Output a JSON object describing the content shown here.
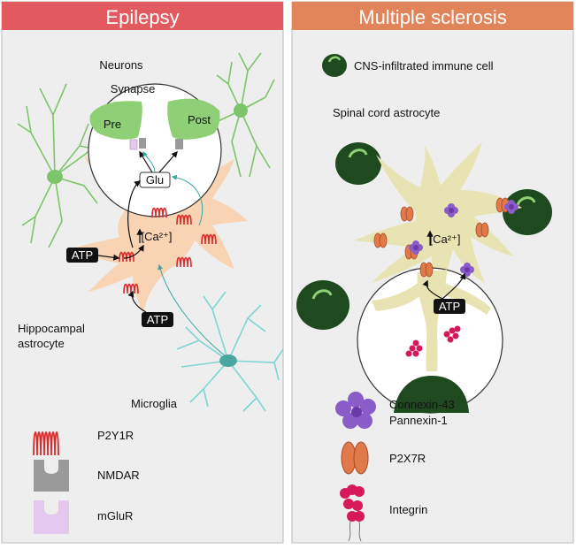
{
  "panels": {
    "left": {
      "title": "Epilepsy"
    },
    "right": {
      "title": "Multiple sclerosis"
    }
  },
  "epilepsy": {
    "neurons_label": "Neurons",
    "synapse_label": "Synapse",
    "pre_label": "Pre",
    "post_label": "Post",
    "glu_label": "Glu",
    "atp_left": "ATP",
    "atp_bottom": "ATP",
    "calcium_label": "[Ca²⁺]",
    "astrocyte_label_line1": "Hippocampal",
    "astrocyte_label_line2": "astrocyte",
    "microglia_label": "Microglia",
    "legend": [
      {
        "icon": "p2y1r-receptor-icon",
        "label": "P2Y1R"
      },
      {
        "icon": "nmdar-receptor-icon",
        "label": "NMDAR"
      },
      {
        "icon": "mglur-receptor-icon",
        "label": "mGluR"
      }
    ]
  },
  "ms": {
    "immune_cell_label": "CNS-infiltrated immune cell",
    "astrocyte_label": "Spinal cord astrocyte",
    "calcium_label": "[Ca²⁺]",
    "atp_label": "ATP",
    "legend": [
      {
        "icon": "connexin-pannexin-icon",
        "label_line1": "Connexin-43",
        "label_line2": "Pannexin-1"
      },
      {
        "icon": "p2x7r-receptor-icon",
        "label": "P2X7R"
      },
      {
        "icon": "integrin-icon",
        "label": "Integrin"
      }
    ]
  },
  "colors": {
    "left_header": "#e25a5f",
    "right_header": "#e2845a",
    "panel_bg": "#eeeeee",
    "neuron_green": "#8fcf76",
    "astro_left": "#f8d3b4",
    "astro_right": "#e8e3b2",
    "microglia": "#7fd4d4",
    "immune_dark": "#1f4a1f",
    "p2y1r_red": "#d92b2b",
    "p2x7r_orange": "#e07a4a",
    "connexin_purple": "#8a5cc8",
    "integrin_pink": "#d6195a"
  }
}
